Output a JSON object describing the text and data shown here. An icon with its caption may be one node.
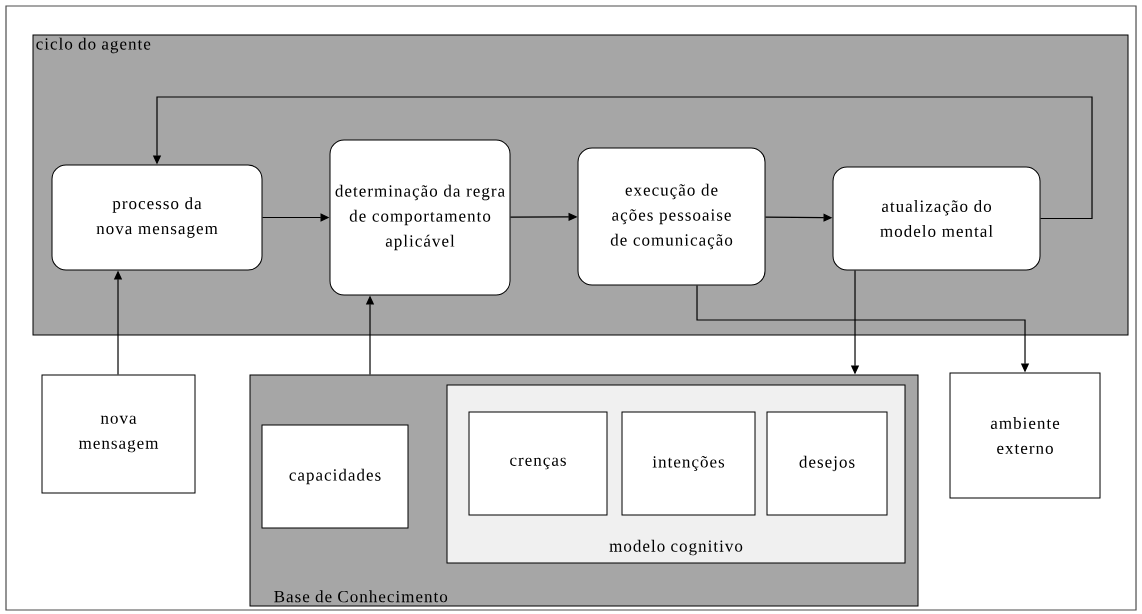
{
  "diagram": {
    "nodes": [
      {
        "text": [
          "ciclo do agente"
        ]
      },
      {
        "text": [
          "processo da nova mensagem"
        ],
        "in": 0
      },
      {
        "text": [
          "determinação da regra de comportamento aplicável"
        ],
        "in": 0
      },
      {
        "text": [
          "execução de ações pessoaise de comunicação"
        ],
        "in": 0
      },
      {
        "text": [
          "atualização do modelo mental"
        ],
        "in": 0
      },
      {
        "text": [
          "nova mensagem"
        ]
      },
      {
        "text": [
          "Base de Conhecimento"
        ]
      },
      {
        "text": [
          "capacidades"
        ],
        "in": 6
      },
      {
        "text": [
          "modelo cognitivo"
        ],
        "in": 6
      },
      {
        "text": [
          "crenças"
        ],
        "in": 8
      },
      {
        "text": [
          "intenções"
        ],
        "in": 8
      },
      {
        "text": [
          "desejos"
        ],
        "in": 8
      },
      {
        "text": [
          "ambiente externo"
        ]
      }
    ],
    "edges": [
      {
        "from": 1,
        "to": 2,
        "arrow": "to"
      },
      {
        "from": 2,
        "to": 3,
        "arrow": "to"
      },
      {
        "from": 3,
        "to": 4,
        "arrow": "to"
      },
      {
        "from": 4,
        "to": 1,
        "arrow": "to"
      },
      {
        "from": 5,
        "to": 1,
        "arrow": "to"
      },
      {
        "from": 6,
        "to": 2,
        "arrow": "to"
      },
      {
        "from": 4,
        "to": 6,
        "arrow": "to"
      },
      {
        "from": 3,
        "to": 12,
        "arrow": "to"
      }
    ]
  }
}
